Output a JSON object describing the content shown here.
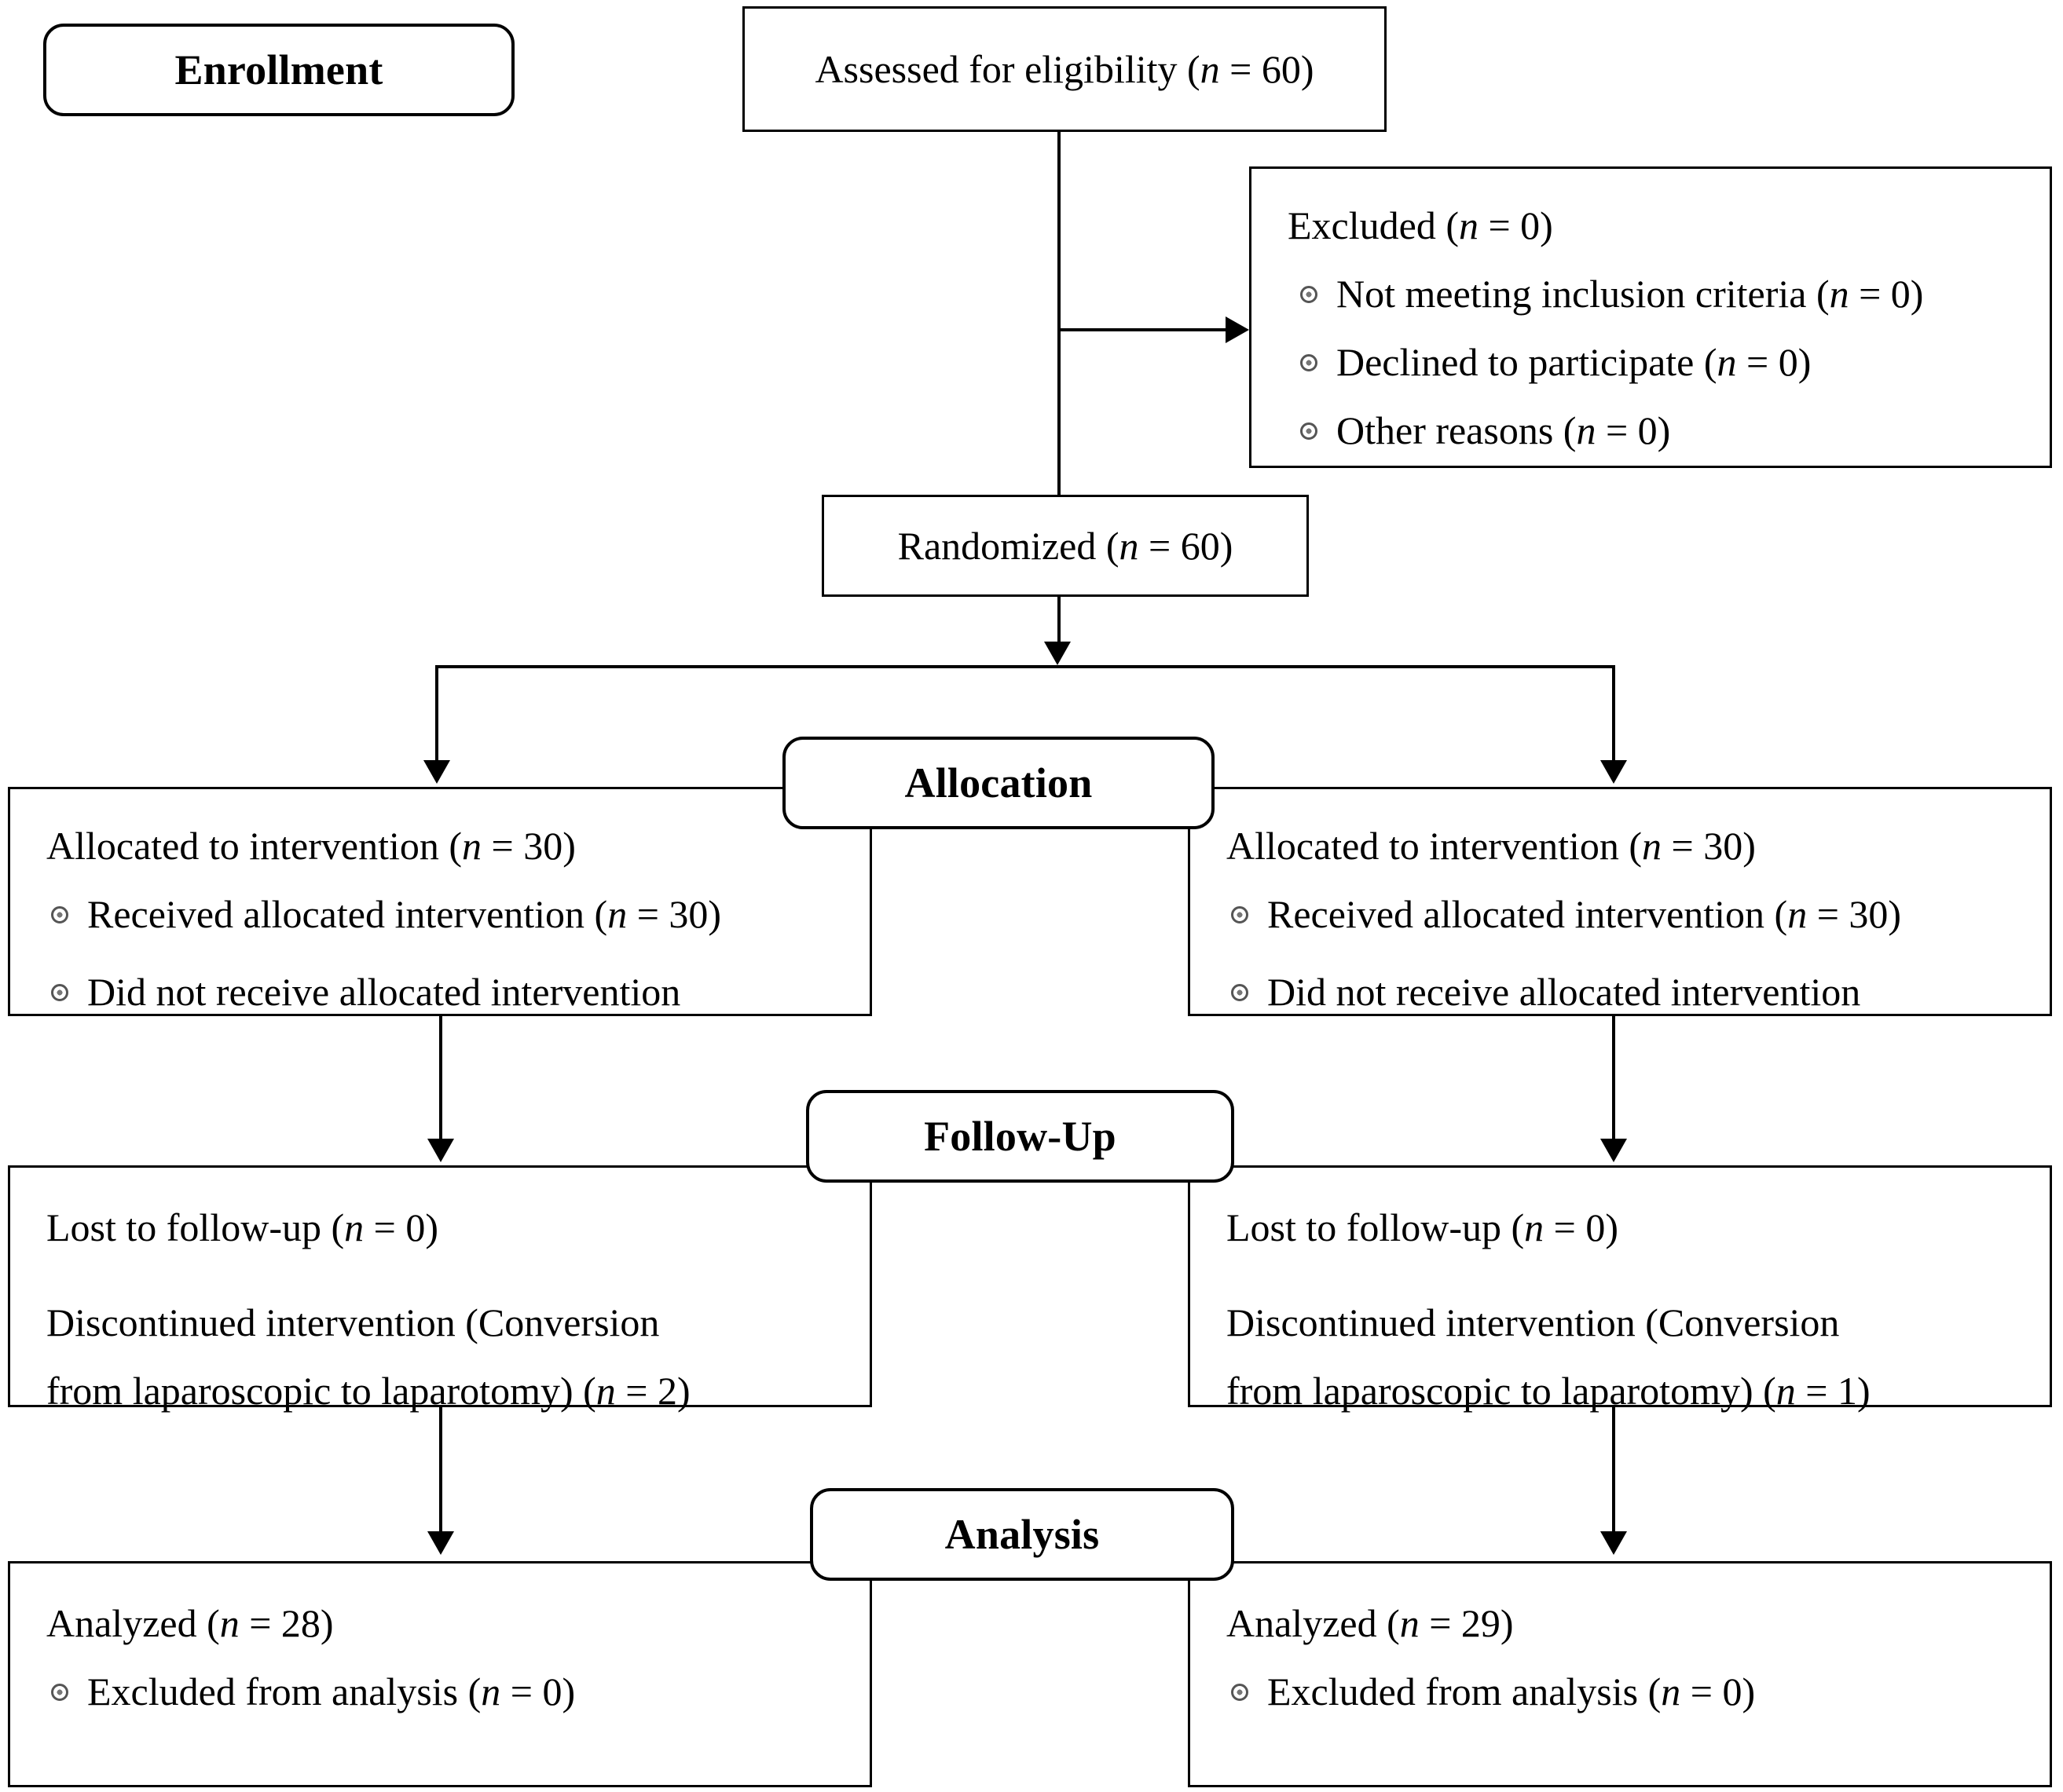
{
  "diagram": {
    "title": "CONSORT Participant Flow Diagram",
    "type": "consort-flow",
    "ink_color": "#000000",
    "background_color": "#ffffff",
    "bullet_icon": "ring-bullet-icon"
  },
  "stages": {
    "enrollment": "Enrollment",
    "allocation": "Allocation",
    "followup": "Follow-Up",
    "analysis": "Analysis"
  },
  "enrollment": {
    "assessed": {
      "text_main": "Assessed for eligibility (",
      "n_italic": "n",
      "text_tail": " = 60)",
      "full": "Assessed for eligibility (n = 60)",
      "n": 60
    },
    "excluded": {
      "heading_main": "Excluded (",
      "heading_n": "n",
      "heading_tail": " = 0)",
      "heading_full": "Excluded (n = 0)",
      "n": 0,
      "reasons": [
        {
          "label": "Not meeting inclusion criteria (",
          "n_italic": "n",
          "tail": " = 0)",
          "full": "Not meeting inclusion criteria (n = 0)",
          "n": 0
        },
        {
          "label": "Declined to participate (",
          "n_italic": "n",
          "tail": " = 0)",
          "full": "Declined to participate (n = 0)",
          "n": 0
        },
        {
          "label": "Other reasons (",
          "n_italic": "n",
          "tail": " = 0)",
          "full": "Other reasons (n = 0)",
          "n": 0
        }
      ]
    },
    "randomized": {
      "text_main": "Randomized (",
      "n_italic": "n",
      "text_tail": " = 60)",
      "full": "Randomized (n = 60)",
      "n": 60
    }
  },
  "arms": {
    "left": {
      "allocation": {
        "heading_main": "Allocated to intervention (",
        "heading_n": "n",
        "heading_tail": " = 30)",
        "heading_full": "Allocated to intervention (n = 30)",
        "n": 30,
        "items": [
          {
            "label": "Received allocated intervention (",
            "n_italic": "n",
            "tail": " = 30)",
            "full": "Received allocated intervention (n = 30)",
            "n": 30
          },
          {
            "label": "Did not receive allocated intervention",
            "n_italic": "",
            "tail": "",
            "full": "Did not receive allocated intervention",
            "n": null
          }
        ]
      },
      "followup": {
        "lost_main": "Lost to follow-up (",
        "lost_n": "n",
        "lost_tail": " = 0)",
        "lost_full": "Lost to follow-up (n = 0)",
        "lost_n_value": 0,
        "disc_line1": "Discontinued intervention (Conversion",
        "disc_line2_main": "from laparoscopic to laparotomy) (",
        "disc_line2_n": "n",
        "disc_line2_tail": " = 2)",
        "disc_full": "Discontinued intervention (Conversion from laparoscopic to laparotomy) (n = 2)",
        "disc_n_value": 2
      },
      "analysis": {
        "heading_main": "Analyzed (",
        "heading_n": "n",
        "heading_tail": " = 28)",
        "heading_full": "Analyzed (n = 28)",
        "n": 28,
        "items": [
          {
            "label": "Excluded from analysis (",
            "n_italic": "n",
            "tail": " = 0)",
            "full": "Excluded from analysis (n = 0)",
            "n": 0
          }
        ]
      }
    },
    "right": {
      "allocation": {
        "heading_main": "Allocated to intervention (",
        "heading_n": "n",
        "heading_tail": " = 30)",
        "heading_full": "Allocated to intervention (n = 30)",
        "n": 30,
        "items": [
          {
            "label": "Received allocated intervention (",
            "n_italic": "n",
            "tail": " = 30)",
            "full": "Received allocated intervention (n = 30)",
            "n": 30
          },
          {
            "label": "Did not receive allocated intervention",
            "n_italic": "",
            "tail": "",
            "full": "Did not receive allocated intervention",
            "n": null
          }
        ]
      },
      "followup": {
        "lost_main": "Lost to follow-up (",
        "lost_n": "n",
        "lost_tail": " = 0)",
        "lost_full": "Lost to follow-up (n = 0)",
        "lost_n_value": 0,
        "disc_line1": "Discontinued intervention (Conversion",
        "disc_line2_main": "from laparoscopic to laparotomy) (",
        "disc_line2_n": "n",
        "disc_line2_tail": " = 1)",
        "disc_full": "Discontinued intervention (Conversion from laparoscopic to laparotomy) (n = 1)",
        "disc_n_value": 1
      },
      "analysis": {
        "heading_main": "Analyzed (",
        "heading_n": "n",
        "heading_tail": " = 29)",
        "heading_full": "Analyzed (n = 29)",
        "n": 29,
        "items": [
          {
            "label": "Excluded from analysis (",
            "n_italic": "n",
            "tail": " = 0)",
            "full": "Excluded from analysis (n = 0)",
            "n": 0
          }
        ]
      }
    }
  }
}
